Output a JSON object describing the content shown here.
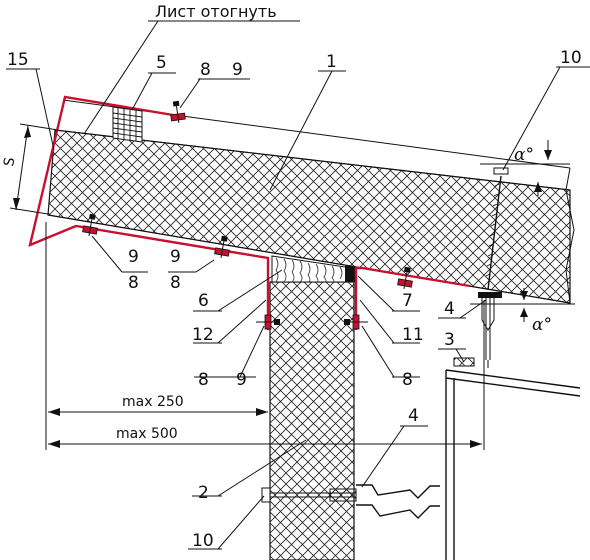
{
  "diagram": {
    "title_note": "Лист отогнуть",
    "angle_label": "α°",
    "thickness_label": "S",
    "dimensions": {
      "max_250": "max 250",
      "max_500": "max 500"
    },
    "callouts": {
      "c1": "1",
      "c2": "2",
      "c3": "3",
      "c4a": "4",
      "c4b": "4",
      "c5": "5",
      "c6": "6",
      "c7": "7",
      "c8a": "8",
      "c8b": "8",
      "c8c": "8",
      "c8d": "8",
      "c8e": "8",
      "c9a": "9",
      "c9b": "9",
      "c9c": "9",
      "c9d": "9",
      "c10a": "10",
      "c10b": "10",
      "c11": "11",
      "c12": "12",
      "c15": "15"
    },
    "colors": {
      "flashing": "#c8102e",
      "lines": "#111111"
    }
  }
}
